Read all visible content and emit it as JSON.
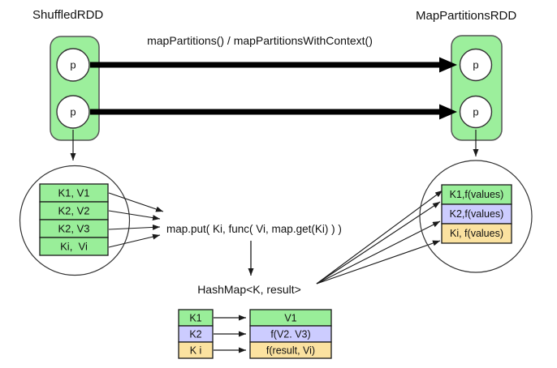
{
  "left_rdd": {
    "title": "ShuffledRDD",
    "partition_label": "p"
  },
  "right_rdd": {
    "title": "MapPartitionsRDD",
    "partition_label": "p"
  },
  "transform_label": "mapPartitions() / mapPartitionsWithContext()",
  "left_table": {
    "rows": [
      "K1, V1",
      "K2, V2",
      "K2, V3",
      "Ki,  Vi"
    ]
  },
  "right_table": {
    "rows": [
      {
        "text": "K1,f(values)",
        "color": "#99EE99"
      },
      {
        "text": "K2,f(values)",
        "color": "#CCCCFF"
      },
      {
        "text": "Ki, f(values)",
        "color": "#FBE2A0"
      }
    ]
  },
  "center": {
    "put_expr": "map.put( Ki, func( Vi, map.get(Ki) ) )",
    "hashmap_label": "HashMap<K, result>"
  },
  "bottom_table": {
    "rows": [
      {
        "key": "K1",
        "value": "V1",
        "color": "#99EE99"
      },
      {
        "key": "K2",
        "value": "f(V2. V3)",
        "color": "#CCCCFF"
      },
      {
        "key": "K i",
        "value": "f(result, Vi)",
        "color": "#FBE2A0"
      }
    ]
  },
  "colors": {
    "box_green": "#9CEF9C",
    "row_green": "#99EE99",
    "lavender": "#CCCCFF",
    "tan": "#FBE2A0",
    "stroke_dark": "#1a1a1a",
    "box_stroke": "#555555"
  }
}
